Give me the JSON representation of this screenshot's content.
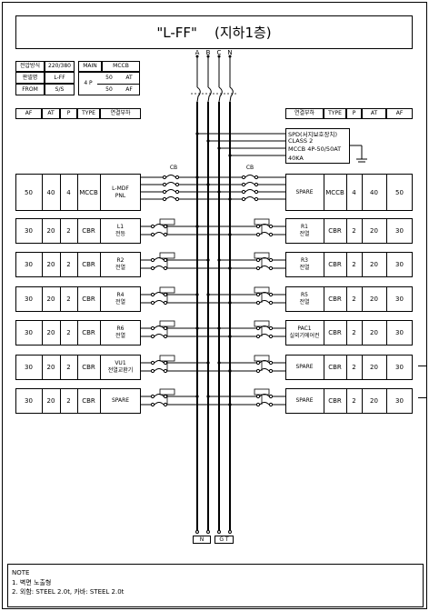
{
  "title": "\"L-FF\"    (지하1층)",
  "phases": [
    "A",
    "B",
    "C",
    "N"
  ],
  "spec": {
    "rows": [
      {
        "label": "전압방식",
        "value": "220/380"
      },
      {
        "label": "판넬명",
        "value": "L-FF"
      },
      {
        "label": "FROM",
        "value": "S/S"
      }
    ],
    "main_label": "MAIN",
    "main_type": "MCCB",
    "poles": "4 P",
    "at_value": "50",
    "at_unit": "AT",
    "af_value": "50",
    "af_unit": "AF"
  },
  "left_header": [
    "AF",
    "AT",
    "P",
    "TYPE",
    "연결부하"
  ],
  "right_header": [
    "연결부하",
    "TYPE",
    "P",
    "AT",
    "AF"
  ],
  "spd": {
    "lines": [
      "SPD(서지보호장치)",
      "CLASS 2",
      "MCCB 4P-50/50AT",
      "40KA"
    ]
  },
  "cb_label": "CB",
  "feeders": [
    {
      "left": {
        "af": "50",
        "at": "40",
        "p": "4",
        "type": "MCCB",
        "load": "L-MDF\nPNL"
      },
      "right": {
        "af": "50",
        "at": "40",
        "p": "4",
        "type": "MCCB",
        "load": "SPARE"
      }
    },
    {
      "left": {
        "af": "30",
        "at": "20",
        "p": "2",
        "type": "CBR",
        "load": "L1\n전등"
      },
      "right": {
        "af": "30",
        "at": "20",
        "p": "2",
        "type": "CBR",
        "load": "R1\n전열"
      }
    },
    {
      "left": {
        "af": "30",
        "at": "20",
        "p": "2",
        "type": "CBR",
        "load": "R2\n전열"
      },
      "right": {
        "af": "30",
        "at": "20",
        "p": "2",
        "type": "CBR",
        "load": "R3\n전열"
      }
    },
    {
      "left": {
        "af": "30",
        "at": "20",
        "p": "2",
        "type": "CBR",
        "load": "R4\n전열"
      },
      "right": {
        "af": "30",
        "at": "20",
        "p": "2",
        "type": "CBR",
        "load": "R5\n전열"
      }
    },
    {
      "left": {
        "af": "30",
        "at": "20",
        "p": "2",
        "type": "CBR",
        "load": "R6\n전열"
      },
      "right": {
        "af": "30",
        "at": "20",
        "p": "2",
        "type": "CBR",
        "load": "PAC1\n실외기에어컨"
      }
    },
    {
      "left": {
        "af": "30",
        "at": "20",
        "p": "2",
        "type": "CBR",
        "load": "VU1\n전열교환기"
      },
      "right": {
        "af": "30",
        "at": "20",
        "p": "2",
        "type": "CBR",
        "load": "SPARE"
      }
    },
    {
      "left": {
        "af": "30",
        "at": "20",
        "p": "2",
        "type": "CBR",
        "load": "SPARE"
      },
      "right": {
        "af": "30",
        "at": "20",
        "p": "2",
        "type": "CBR",
        "load": "SPARE"
      }
    }
  ],
  "bottom_labels": {
    "n": "N",
    "gt": "G T"
  },
  "note": {
    "title": "NOTE",
    "items": [
      "1. 벽면 노출형",
      "2. 외함: STEEL 2.0t, 카바: STEEL 2.0t"
    ]
  }
}
